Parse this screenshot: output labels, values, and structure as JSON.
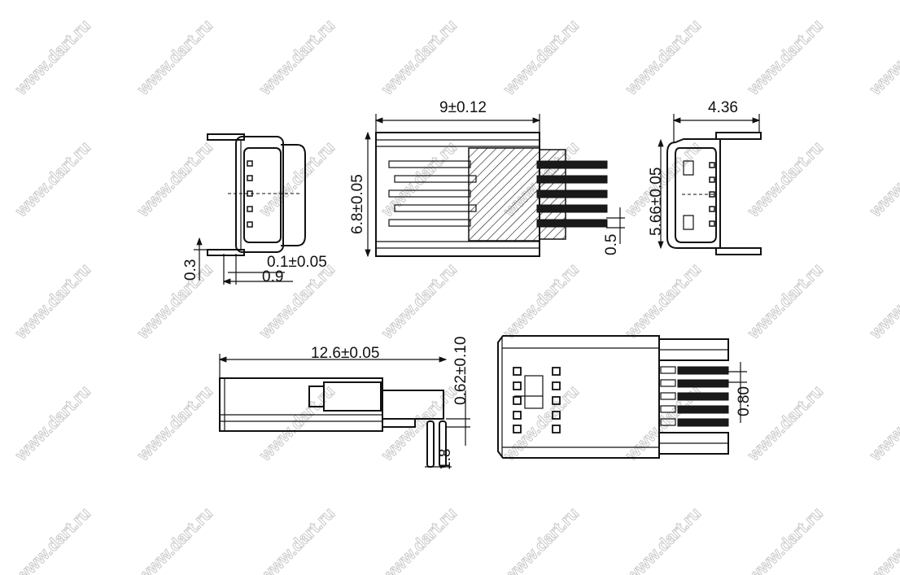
{
  "watermark": "www.dart.ru",
  "dimensions": {
    "top_view_length": "9±0.12",
    "top_view_height": "6.8±0.05",
    "pin_thickness": "0.5",
    "end_view_width": "4.36",
    "end_view_height": "5.66±0.05",
    "tab_thickness": "0.3",
    "tab_gap": "0.1±0.05",
    "tab_offset": "0.9",
    "side_length": "12.6±0.05",
    "side_offset": "0.62±0.10",
    "pin_spacing_side": "1.8",
    "pin_pitch": "0.80"
  }
}
